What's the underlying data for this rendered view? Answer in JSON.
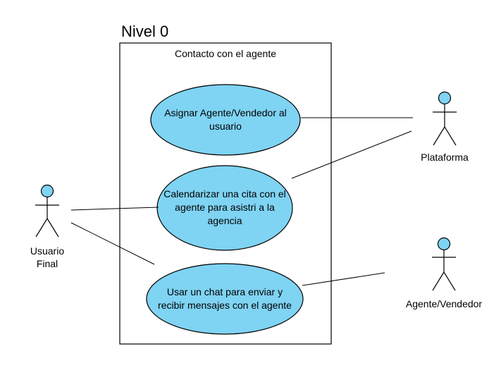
{
  "diagram": {
    "level_title": "Nivel 0",
    "system_boundary": "Contacto con el agente",
    "use_cases": [
      {
        "id": "uc1",
        "line1": "Asignar Agente/Vendedor al",
        "line2": "usuario"
      },
      {
        "id": "uc2",
        "line1": "Calendarizar una cita con el",
        "line2": "agente para asistri a la",
        "line3": "agencia"
      },
      {
        "id": "uc3",
        "line1": "Usar un chat para enviar y",
        "line2": "recibir mensajes con el agente"
      }
    ],
    "actors": [
      {
        "id": "usuario",
        "line1": "Usuario",
        "line2": "Final"
      },
      {
        "id": "plataforma",
        "line1": "Plataforma"
      },
      {
        "id": "agente",
        "line1": "Agente/Vendedor"
      }
    ],
    "colors": {
      "use_case_fill": "#7fd3f3",
      "actor_head_fill": "#7fd3f3",
      "stroke": "#000000"
    }
  }
}
